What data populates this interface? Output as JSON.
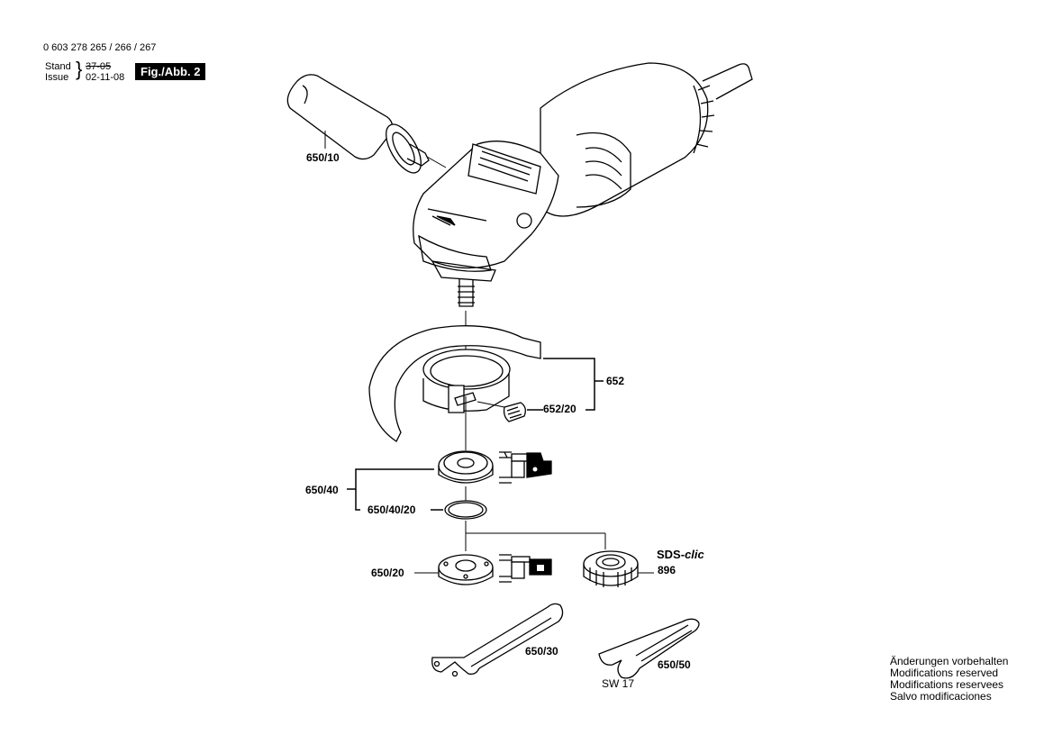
{
  "header": {
    "part_numbers": "0 603 278 265 / 266 / 267",
    "stand_label": "Stand",
    "issue_label": "Issue",
    "stand_value": "37-05",
    "issue_value": "02-11-08",
    "figure_label": "Fig./Abb. 2"
  },
  "callouts": {
    "handle": "650/10",
    "guard": "652",
    "guard_screw": "652/20",
    "flange_set": "650/40",
    "o_ring": "650/40/20",
    "inner_flange": "650/20",
    "sds_brand": "SDS-",
    "sds_clic": "clic",
    "clamp_nut": "896",
    "pin_wrench": "650/30",
    "open_wrench": "650/50",
    "wrench_size": "SW 17"
  },
  "footer": {
    "notes": [
      "Änderungen vorbehalten",
      "Modifications reserved",
      "Modifications reservees",
      "Salvo modificaciones"
    ]
  }
}
